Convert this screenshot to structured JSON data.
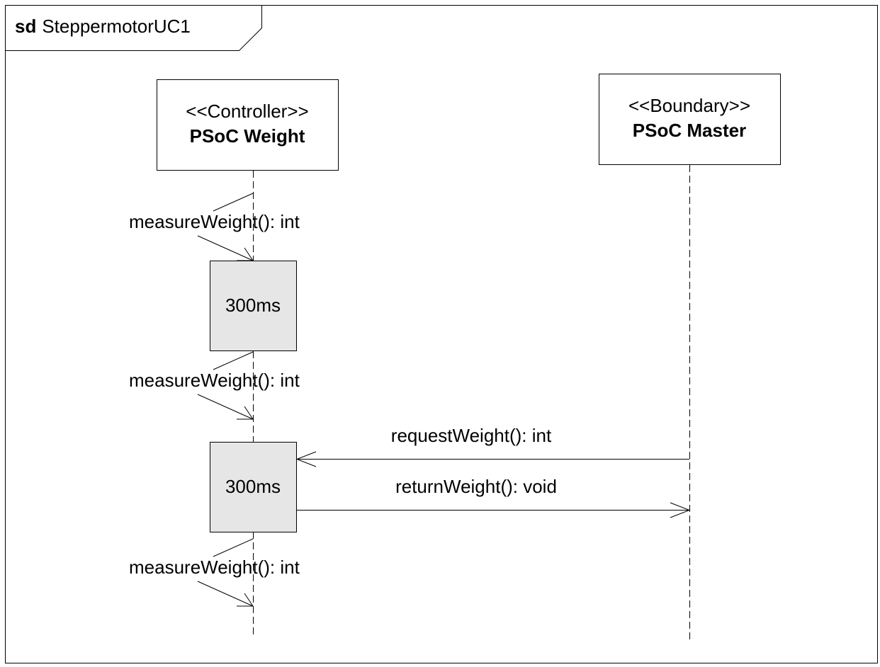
{
  "frame": {
    "keyword": "sd",
    "name": "SteppermotorUC1"
  },
  "lifelines": [
    {
      "stereotype": "<<Controller>>",
      "name": "PSoC Weight"
    },
    {
      "stereotype": "<<Boundary>>",
      "name": "PSoC Master"
    }
  ],
  "self_messages": [
    {
      "label": "measureWeight(): int"
    },
    {
      "label": "measureWeight(): int"
    },
    {
      "label": "measureWeight(): int"
    }
  ],
  "delays": [
    {
      "label": "300ms"
    },
    {
      "label": "300ms"
    }
  ],
  "messages": [
    {
      "label": "requestWeight(): int",
      "from": "PSoC Master",
      "to": "PSoC Weight"
    },
    {
      "label": "returnWeight(): void",
      "from": "PSoC Weight",
      "to": "PSoC Master"
    }
  ],
  "colors": {
    "line": "#000000",
    "delay_fill": "#e6e6e6",
    "background": "#ffffff"
  }
}
